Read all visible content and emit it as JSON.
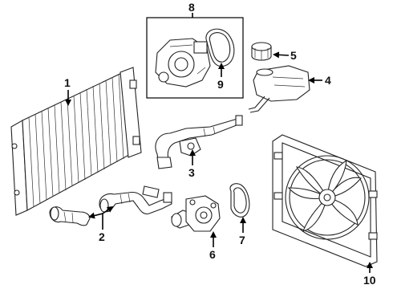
{
  "callouts": {
    "c1": "1",
    "c2": "2",
    "c3": "3",
    "c4": "4",
    "c5": "5",
    "c6": "6",
    "c7": "7",
    "c8": "8",
    "c9": "9",
    "c10": "10"
  },
  "colors": {
    "line": "#222222",
    "background": "#ffffff"
  }
}
